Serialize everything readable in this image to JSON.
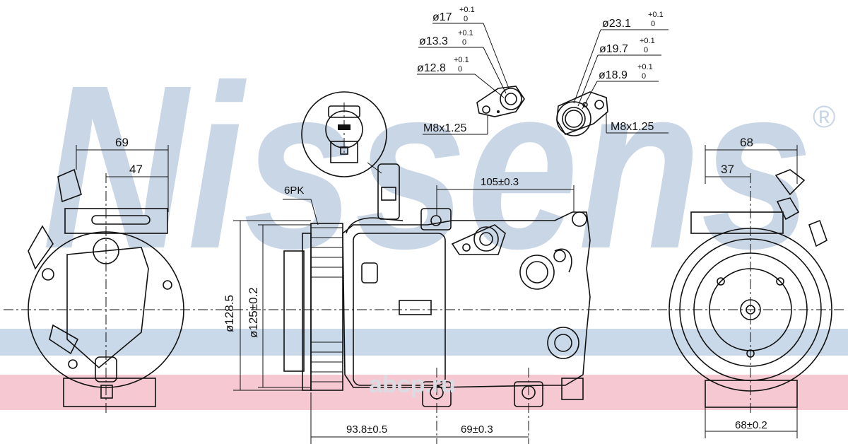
{
  "brand": {
    "watermark": "Nissens",
    "registered_mark": "®",
    "site_logo": "abcp.ru",
    "colors": {
      "watermark": "#c9d6e6",
      "pink_band": "#f6c9d2",
      "blue_band": "#c9d9ea",
      "line": "#111111"
    }
  },
  "left_view": {
    "dim_69": "69",
    "dim_47": "47"
  },
  "side_view": {
    "belt_label": "6PK",
    "dim_outer": "ø128.5",
    "dim_pulley": "ø125±0.2",
    "dim_105": "105±0.3",
    "dim_93": "93.8±0.5",
    "dim_69": "69±0.3"
  },
  "suction_port": {
    "d1": "ø17",
    "d1_tol": "+0.1",
    "d1_tol0": "0",
    "d2": "ø13.3",
    "d2_tol": "+0.1",
    "d2_tol0": "0",
    "d3": "ø12.8",
    "d3_tol": "+0.1",
    "d3_tol0": "0",
    "thread": "M8x1.25"
  },
  "discharge_port": {
    "d1": "ø23.1",
    "d1_tol": "+0.1",
    "d1_tol0": "0",
    "d2": "ø19.7",
    "d2_tol": "+0.1",
    "d2_tol0": "0",
    "d3": "ø18.9",
    "d3_tol": "+0.1",
    "d3_tol0": "0",
    "thread": "M8x1.25"
  },
  "right_view": {
    "dim_68": "68",
    "dim_37": "37",
    "dim_68_bottom": "68±0.2"
  }
}
